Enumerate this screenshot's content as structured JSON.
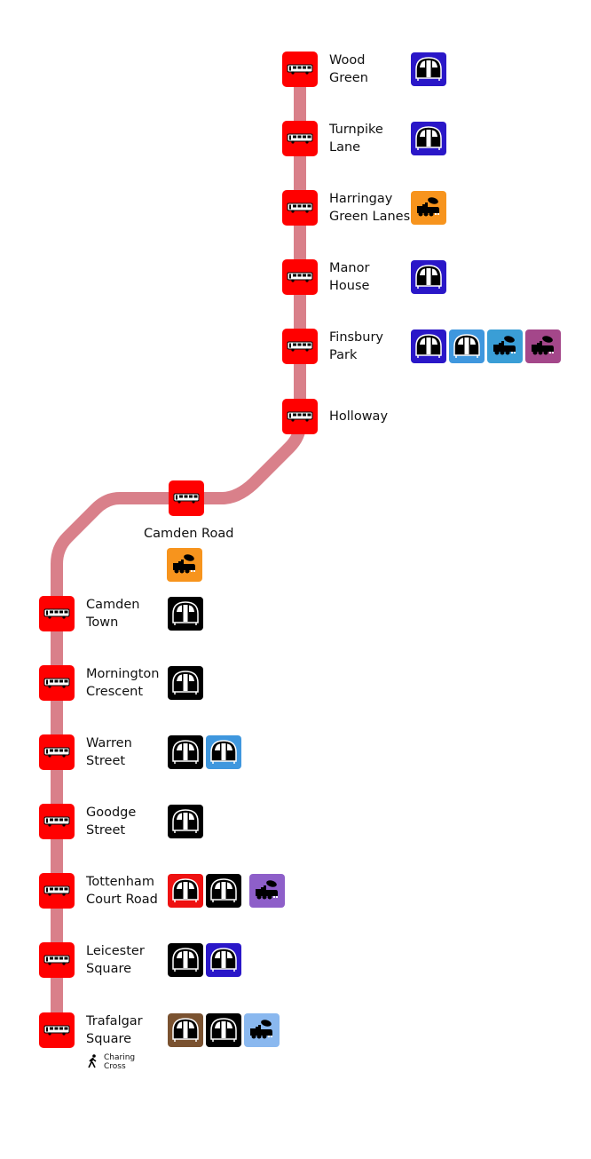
{
  "line_color": "#d9808a",
  "bus_stop_color": "#ff0000",
  "mode_colors": {
    "victoria-ish-purple": "#2a17c8",
    "light-blue": "#3f97de",
    "orange": "#f7941d",
    "steel-blue": "#3a9ed6",
    "magenta": "#a4478a",
    "black": "#000000",
    "red": "#ee1111",
    "violet": "#8e5fc9",
    "brown": "#7a5230",
    "pale-blue": "#8ab8ef"
  },
  "stations": [
    {
      "id": "wood-green",
      "lines": [
        "Wood",
        "Green"
      ],
      "modes": [
        {
          "icon": "tube-icon",
          "color": "#2a17c8"
        }
      ]
    },
    {
      "id": "turnpike-lane",
      "lines": [
        "Turnpike",
        "Lane"
      ],
      "modes": [
        {
          "icon": "tube-icon",
          "color": "#2a17c8"
        }
      ]
    },
    {
      "id": "harringay-green-lanes",
      "lines": [
        "Harringay",
        "Green Lanes"
      ],
      "modes": [
        {
          "icon": "steam-train-icon",
          "color": "#f7941d"
        }
      ]
    },
    {
      "id": "manor-house",
      "lines": [
        "Manor",
        "House"
      ],
      "modes": [
        {
          "icon": "tube-icon",
          "color": "#2a17c8"
        }
      ]
    },
    {
      "id": "finsbury-park",
      "lines": [
        "Finsbury",
        "Park"
      ],
      "modes": [
        {
          "icon": "tube-icon",
          "color": "#2a17c8"
        },
        {
          "icon": "tube-icon",
          "color": "#3f97de"
        },
        {
          "icon": "steam-train-icon",
          "color": "#3a9ed6"
        },
        {
          "icon": "steam-train-icon",
          "color": "#a4478a"
        }
      ]
    },
    {
      "id": "holloway",
      "lines": [
        "Holloway"
      ],
      "modes": []
    },
    {
      "id": "camden-road",
      "lines": [
        "Camden Road"
      ],
      "modes": [
        {
          "icon": "steam-train-icon",
          "color": "#f7941d"
        }
      ]
    },
    {
      "id": "camden-town",
      "lines": [
        "Camden",
        "Town"
      ],
      "modes": [
        {
          "icon": "tube-icon",
          "color": "#000000"
        }
      ]
    },
    {
      "id": "mornington-crescent",
      "lines": [
        "Mornington",
        "Crescent"
      ],
      "modes": [
        {
          "icon": "tube-icon",
          "color": "#000000"
        }
      ]
    },
    {
      "id": "warren-street",
      "lines": [
        "Warren",
        "Street"
      ],
      "modes": [
        {
          "icon": "tube-icon",
          "color": "#000000"
        },
        {
          "icon": "tube-icon",
          "color": "#3f97de"
        }
      ]
    },
    {
      "id": "goodge-street",
      "lines": [
        "Goodge",
        "Street"
      ],
      "modes": [
        {
          "icon": "tube-icon",
          "color": "#000000"
        }
      ]
    },
    {
      "id": "tottenham-court-road",
      "lines": [
        "Tottenham",
        "Court Road"
      ],
      "modes": [
        {
          "icon": "tube-icon",
          "color": "#ee1111"
        },
        {
          "icon": "tube-icon",
          "color": "#000000"
        },
        {
          "icon": "steam-train-icon",
          "color": "#8e5fc9",
          "gap": true
        }
      ]
    },
    {
      "id": "leicester-square",
      "lines": [
        "Leicester",
        "Square"
      ],
      "modes": [
        {
          "icon": "tube-icon",
          "color": "#000000"
        },
        {
          "icon": "tube-icon",
          "color": "#2a17c8"
        }
      ]
    },
    {
      "id": "trafalgar-square",
      "lines": [
        "Trafalgar",
        "Square"
      ],
      "modes": [
        {
          "icon": "tube-icon",
          "color": "#7a5230"
        },
        {
          "icon": "tube-icon",
          "color": "#000000"
        },
        {
          "icon": "steam-train-icon",
          "color": "#8ab8ef"
        }
      ],
      "walk_link": {
        "icon": "pedestrian-icon",
        "label": "Charing Cross"
      }
    }
  ]
}
